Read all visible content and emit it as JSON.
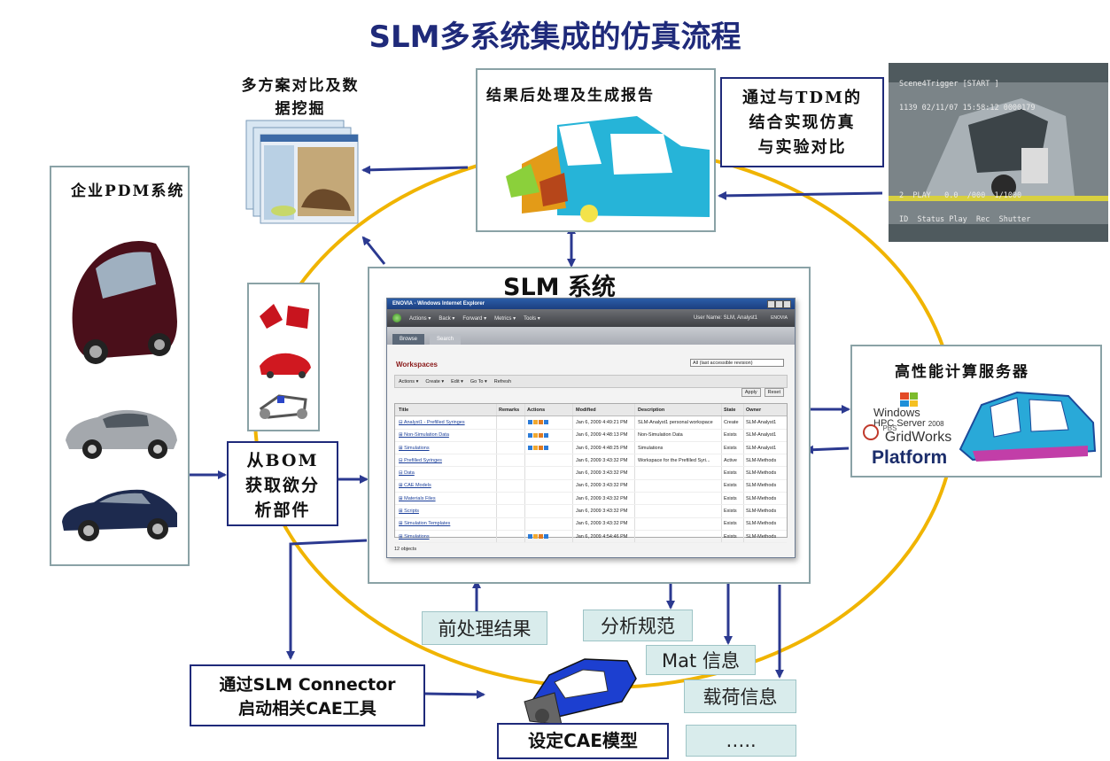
{
  "title": "SLM多系统集成的仿真流程",
  "labels": {
    "pdm": "企业PDM系统",
    "compare": "多方案对比及数据挖掘",
    "postprocess": "结果后处理及生成报告",
    "tdm": "通过与TDM的结合实现仿真与实验对比",
    "slm_system": "SLM 系统",
    "hpc": "高性能计算服务器",
    "bom": "从BOM获取欲分析部件",
    "connector": "通过SLM Connector启动相关CAE工具",
    "cae_model": "设定CAE模型",
    "preprocess": "前处理结果",
    "spec": "分析规范",
    "mat": "Mat 信息",
    "load": "载荷信息",
    "more": "….."
  },
  "compare_lines": [
    "多方案对比及数",
    "据挖掘"
  ],
  "tdm_lines": [
    "通过与TDM的",
    "结合实现仿真",
    "与实验对比"
  ],
  "bom_lines": [
    "从BOM",
    "获取欲分",
    "析部件"
  ],
  "connector_lines": [
    "通过SLM Connector",
    "启动相关CAE工具"
  ],
  "crash_overlay": {
    "top_line": "Scene4Trigger [START ]",
    "top_line2": "1139 02/11/07 15:58:12 0000179",
    "bottom_line": "2  PLAY   0.0  /000  1/1000",
    "bottom_line2": "ID  Status Play  Rec  Shutter"
  },
  "hpc_logos": {
    "windows": "Windows",
    "hpc_server": "HPC Server",
    "year": "2008",
    "pbs": "PBS",
    "gridworks": "GridWorks",
    "platform": "Platform"
  },
  "browser": {
    "window_title": "ENOVIA - Windows Internet Explorer",
    "nav_items": [
      "Actions ▾",
      "Back ▾",
      "Forward ▾",
      "Metrics ▾",
      "Tools ▾"
    ],
    "user": "User Name: SLM, Analyst1",
    "brand": "ENOVIA",
    "tabs": [
      "Browse",
      "Search"
    ],
    "section": "Workspaces",
    "filter": "All (last accessible revision)",
    "toolbar": [
      "Actions ▾",
      "Create ▾",
      "Edit ▾",
      "Go To ▾",
      "Refresh"
    ],
    "apply": "Apply",
    "reset": "Reset",
    "columns": [
      "Title",
      "Remarks",
      "Actions",
      "Modified",
      "Description",
      "State",
      "Owner"
    ],
    "rows": [
      {
        "title": "⊟ Analyst1 - Prefilled Syringes",
        "modified": "Jan 6, 2009 4:49:21 PM",
        "description": "SLM-Analyst1 personal workspace",
        "state": "Create",
        "owner": "SLM-Analyst1"
      },
      {
        "title": "⊞ Non-Simulation Data",
        "modified": "Jan 6, 2009 4:48:13 PM",
        "description": "Non-Simulation Data",
        "state": "Exists",
        "owner": "SLM-Analyst1"
      },
      {
        "title": "⊞ Simulations",
        "modified": "Jan 6, 2009 4:48:25 PM",
        "description": "Simulations",
        "state": "Exists",
        "owner": "SLM-Analyst1"
      },
      {
        "title": "⊟ Prefilled Syringes",
        "modified": "Jan 6, 2009 3:43:32 PM",
        "description": "Workspace for the Prefilled Syri...",
        "state": "Active",
        "owner": "SLM-Methods"
      },
      {
        "title": "⊟ Data",
        "modified": "Jan 6, 2009 3:43:32 PM",
        "description": "",
        "state": "Exists",
        "owner": "SLM-Methods"
      },
      {
        "title": "⊞ CAE Models",
        "modified": "Jan 6, 2009 3:43:32 PM",
        "description": "",
        "state": "Exists",
        "owner": "SLM-Methods"
      },
      {
        "title": "⊞ Materials Files",
        "modified": "Jan 6, 2009 3:43:32 PM",
        "description": "",
        "state": "Exists",
        "owner": "SLM-Methods"
      },
      {
        "title": "⊞ Scripts",
        "modified": "Jan 6, 2009 3:43:32 PM",
        "description": "",
        "state": "Exists",
        "owner": "SLM-Methods"
      },
      {
        "title": "⊞ Simulation Templates",
        "modified": "Jan 6, 2009 3:43:32 PM",
        "description": "",
        "state": "Exists",
        "owner": "SLM-Methods"
      },
      {
        "title": "⊞ Simulations",
        "modified": "Jan 6, 2009 4:54:46 PM",
        "description": "",
        "state": "Exists",
        "owner": "SLM-Methods"
      }
    ],
    "footer": "12 objects"
  },
  "colors": {
    "title": "#1f2a7a",
    "arrow": "#2b3990",
    "ellipse": "#f0b400",
    "panel_border": "#8aa2a6",
    "teal_box": "#d9ecec"
  }
}
